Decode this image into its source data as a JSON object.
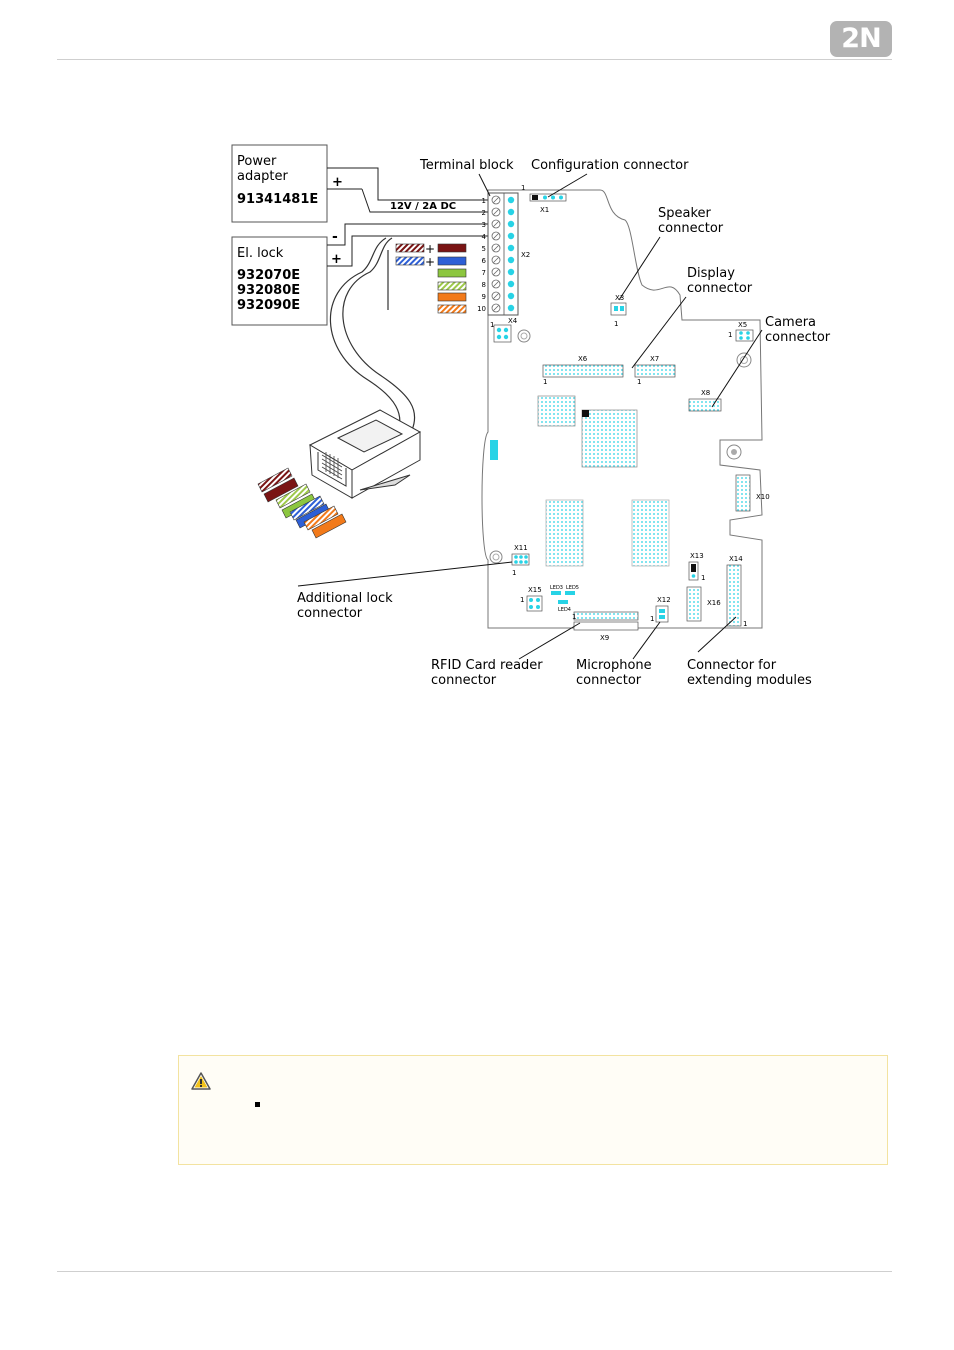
{
  "header": {
    "logo_text": "2N"
  },
  "diagram": {
    "power_adapter": {
      "line1": "Power",
      "line2": "adapter",
      "code": "91341481E"
    },
    "supply_label": "12V / 2A DC",
    "el_lock": {
      "label": "El. lock",
      "codes": [
        "932070E",
        "932080E",
        "932090E"
      ]
    },
    "plus": "+",
    "minus": "-",
    "callouts": {
      "terminal_block": "Terminal block",
      "configuration_connector": "Configuration connector",
      "speaker": [
        "Speaker",
        "connector"
      ],
      "display": [
        "Display",
        "connector"
      ],
      "camera": [
        "Camera",
        "connector"
      ],
      "additional_lock": [
        "Additional lock",
        "connector"
      ],
      "rfid": [
        "RFID Card reader",
        "connector"
      ],
      "microphone": [
        "Microphone",
        "connector"
      ],
      "extending": [
        "Connector for",
        "extending modules"
      ]
    },
    "terminal_numbers": [
      "1",
      "2",
      "3",
      "4",
      "5",
      "6",
      "7",
      "8",
      "9",
      "10"
    ],
    "board_labels": {
      "x1": "X1",
      "x2": "X2",
      "x3": "X3",
      "x4": "X4",
      "x5": "X5",
      "x6": "X6",
      "x7": "X7",
      "x8": "X8",
      "x9": "X9",
      "x10": "X10",
      "x11": "X11",
      "x12": "X12",
      "x13": "X13",
      "x14": "X14",
      "x15": "X15",
      "x16": "X16",
      "pin_one": "1",
      "led3": "LED3",
      "led5": "LED5",
      "led4": "LED4"
    },
    "wire_colors": [
      "#7a1414",
      "#2d5fd6",
      "#8cc63f",
      "#cfe07a",
      "#f27a1a",
      "#f5b27a"
    ],
    "board_accent": "#27d3e6"
  }
}
